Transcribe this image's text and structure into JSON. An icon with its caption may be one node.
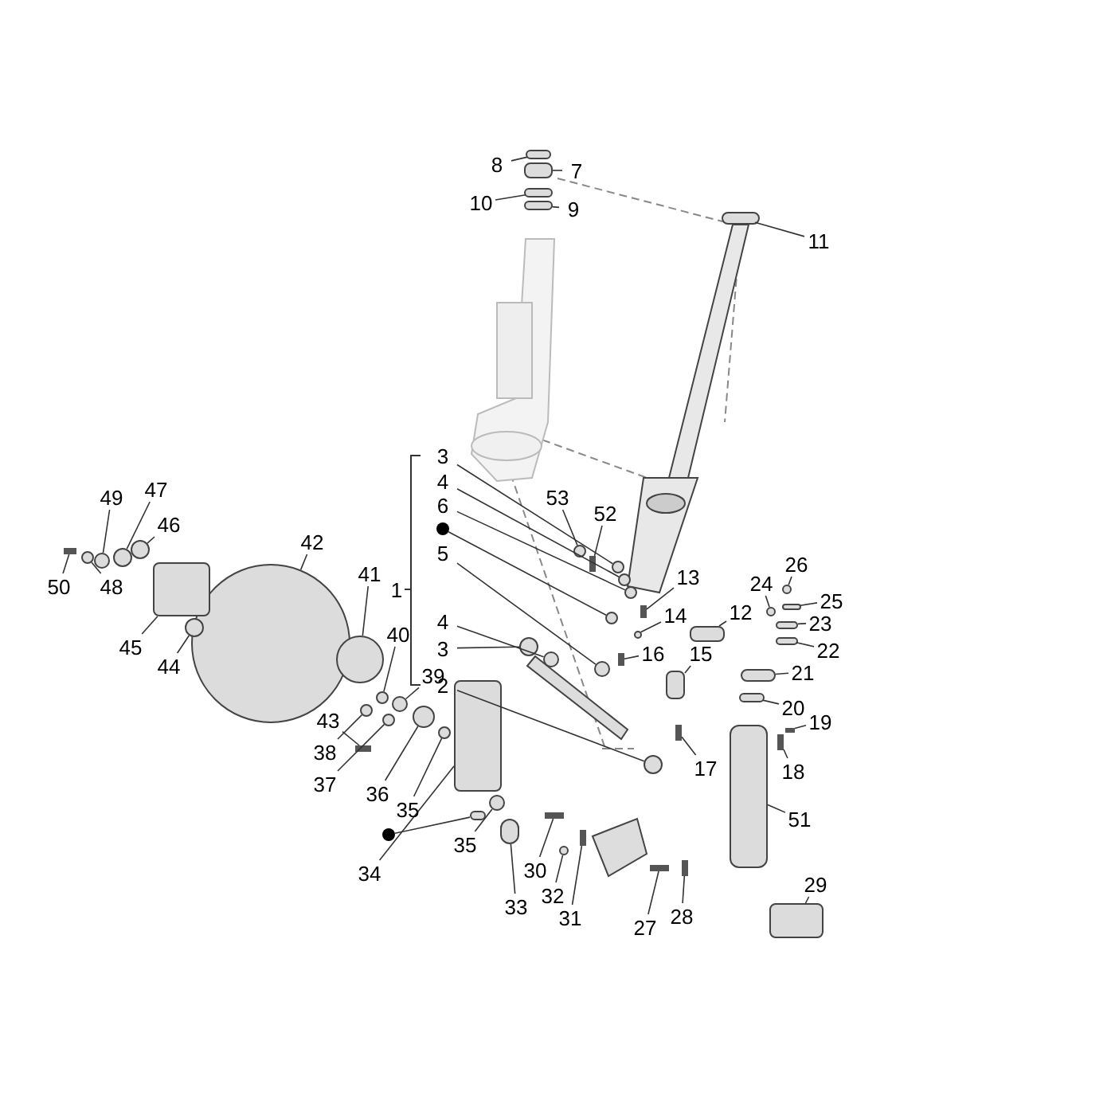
{
  "diagram": {
    "nodes": [
      {
        "text": [
          "8"
        ]
      },
      {
        "text": [
          "7"
        ]
      },
      {
        "text": [
          "10"
        ]
      },
      {
        "text": [
          "9"
        ]
      },
      {
        "text": [
          "11"
        ]
      },
      {
        "text": [
          "49"
        ]
      },
      {
        "text": [
          "47"
        ]
      },
      {
        "text": [
          "46"
        ]
      },
      {
        "text": [
          "42"
        ]
      },
      {
        "text": [
          "50"
        ]
      },
      {
        "text": [
          "48"
        ]
      },
      {
        "text": [
          "41"
        ]
      },
      {
        "text": [
          "45"
        ]
      },
      {
        "text": [
          "44"
        ]
      },
      {
        "text": [
          "40"
        ]
      },
      {
        "text": [
          "39"
        ]
      },
      {
        "text": [
          "43"
        ]
      },
      {
        "text": [
          "38"
        ]
      },
      {
        "text": [
          "37"
        ]
      },
      {
        "text": [
          "36"
        ]
      },
      {
        "text": [
          "35"
        ]
      },
      {
        "text": [],
        "shape": "circle"
      },
      {
        "text": [
          "34"
        ]
      },
      {
        "text": [
          "35"
        ]
      },
      {
        "text": [
          "33"
        ]
      },
      {
        "text": [
          "32"
        ]
      },
      {
        "text": [
          "30"
        ]
      },
      {
        "text": [
          "31"
        ]
      },
      {
        "text": [
          "3"
        ]
      },
      {
        "text": [
          "4"
        ]
      },
      {
        "text": [
          "6"
        ]
      },
      {
        "text": [],
        "shape": "circle"
      },
      {
        "text": [
          "5"
        ]
      },
      {
        "text": [
          "4"
        ]
      },
      {
        "text": [
          "3"
        ]
      },
      {
        "text": [
          "2"
        ]
      },
      {
        "text": [
          "53"
        ]
      },
      {
        "text": [
          "52"
        ]
      },
      {
        "text": [
          "13"
        ]
      },
      {
        "text": [
          "14"
        ]
      },
      {
        "text": [
          "16"
        ]
      },
      {
        "text": [
          "15"
        ]
      },
      {
        "text": [
          "26"
        ]
      },
      {
        "text": [
          "24"
        ]
      },
      {
        "text": [
          "12"
        ]
      },
      {
        "text": [
          "25"
        ]
      },
      {
        "text": [
          "23"
        ]
      },
      {
        "text": [
          "22"
        ]
      },
      {
        "text": [
          "21"
        ]
      },
      {
        "text": [
          "20"
        ]
      },
      {
        "text": [
          "19"
        ]
      },
      {
        "text": [
          "17"
        ]
      },
      {
        "text": [
          "18"
        ]
      },
      {
        "text": [
          "51"
        ]
      },
      {
        "text": [
          "29"
        ]
      },
      {
        "text": [
          "28"
        ]
      },
      {
        "text": [
          "27"
        ]
      },
      {
        "text": [],
        "shape": "circle"
      },
      {
        "text": [],
        "shape": "box"
      },
      {
        "text": [],
        "shape": "circle"
      },
      {
        "text": [],
        "shape": "circle"
      },
      {
        "text": [],
        "shape": "circle"
      },
      {
        "text": [],
        "shape": "circle"
      },
      {
        "text": [],
        "shape": "circle"
      },
      {
        "text": [],
        "shape": "circle"
      },
      {
        "text": [],
        "shape": "circle"
      },
      {
        "text": [],
        "shape": "bar"
      },
      {
        "text": [],
        "shape": "circle"
      },
      {
        "text": [],
        "shape": "circle"
      },
      {
        "text": [],
        "shape": "box"
      },
      {
        "text": [],
        "shape": "circle"
      },
      {
        "text": [],
        "shape": "circle"
      },
      {
        "text": [],
        "shape": "circle"
      },
      {
        "text": [],
        "shape": "bar"
      },
      {
        "text": [],
        "shape": "circle"
      },
      {
        "text": [],
        "shape": "circle"
      },
      {
        "text": [],
        "shape": "circle"
      },
      {
        "text": [],
        "shape": "circle"
      },
      {
        "text": [],
        "shape": "box"
      },
      {
        "text": [],
        "shape": "box"
      },
      {
        "text": [],
        "shape": "circle"
      },
      {
        "text": [],
        "shape": "circle"
      },
      {
        "text": [],
        "shape": "circle"
      },
      {
        "text": [],
        "shape": "bar"
      },
      {
        "text": [],
        "shape": "bar"
      },
      {
        "text": [],
        "shape": "circle"
      },
      {
        "text": [],
        "shape": "circle"
      },
      {
        "text": [],
        "shape": "circle"
      },
      {
        "text": [],
        "shape": "circle"
      },
      {
        "text": [],
        "shape": "circle"
      },
      {
        "text": [],
        "shape": "circle"
      },
      {
        "text": [],
        "shape": "circle"
      },
      {
        "text": [],
        "shape": "circle"
      },
      {
        "text": [],
        "shape": "circle"
      },
      {
        "text": [],
        "shape": "bar"
      },
      {
        "text": [],
        "shape": "bar"
      },
      {
        "text": [],
        "shape": "circle"
      },
      {
        "text": [],
        "shape": "bar"
      },
      {
        "text": [],
        "shape": "box"
      },
      {
        "text": [],
        "shape": "circle"
      },
      {
        "text": [],
        "shape": "circle"
      },
      {
        "text": [],
        "shape": "box"
      },
      {
        "text": [],
        "shape": "circle"
      },
      {
        "text": [],
        "shape": "circle"
      },
      {
        "text": [],
        "shape": "circle"
      },
      {
        "text": [],
        "shape": "circle"
      },
      {
        "text": [],
        "shape": "circle"
      },
      {
        "text": [],
        "shape": "bar"
      },
      {
        "text": [],
        "shape": "bar"
      },
      {
        "text": [],
        "shape": "bar"
      },
      {
        "text": [],
        "shape": "cylinder"
      },
      {
        "text": [],
        "shape": "box"
      },
      {
        "text": [],
        "shape": "bar"
      },
      {
        "text": [],
        "shape": "bar"
      }
    ],
    "edges": [
      {
        "from": 0,
        "to": 57,
        "arrow": "none"
      },
      {
        "from": 1,
        "to": 58,
        "arrow": "none"
      },
      {
        "from": 2,
        "to": 59,
        "arrow": "none"
      },
      {
        "from": 3,
        "to": 60,
        "arrow": "none"
      },
      {
        "from": 4,
        "to": 61,
        "arrow": "none"
      },
      {
        "from": 5,
        "to": 62,
        "arrow": "none"
      },
      {
        "from": 6,
        "to": 63,
        "arrow": "none"
      },
      {
        "from": 7,
        "to": 64,
        "arrow": "none"
      },
      {
        "from": 8,
        "to": 65,
        "arrow": "none"
      },
      {
        "from": 9,
        "to": 66,
        "arrow": "none"
      },
      {
        "from": 10,
        "to": 67,
        "arrow": "none"
      },
      {
        "from": 11,
        "to": 68,
        "arrow": "none"
      },
      {
        "from": 12,
        "to": 69,
        "arrow": "none"
      },
      {
        "from": 13,
        "to": 70,
        "arrow": "none"
      },
      {
        "from": 14,
        "to": 71,
        "arrow": "none"
      },
      {
        "from": 15,
        "to": 72,
        "arrow": "none"
      },
      {
        "from": 16,
        "to": 73,
        "arrow": "none"
      },
      {
        "from": 17,
        "to": 74,
        "arrow": "none"
      },
      {
        "from": 18,
        "to": 75,
        "arrow": "none"
      },
      {
        "from": 19,
        "to": 76,
        "arrow": "none"
      },
      {
        "from": 20,
        "to": 77,
        "arrow": "none"
      },
      {
        "from": 21,
        "to": 78,
        "arrow": "none"
      },
      {
        "from": 22,
        "to": 79,
        "arrow": "none"
      },
      {
        "from": 23,
        "to": 80,
        "arrow": "none"
      },
      {
        "from": 24,
        "to": 81,
        "arrow": "none"
      },
      {
        "from": 25,
        "to": 82,
        "arrow": "none"
      },
      {
        "from": 26,
        "to": 83,
        "arrow": "none"
      },
      {
        "from": 27,
        "to": 84,
        "arrow": "none"
      },
      {
        "from": 28,
        "to": 85,
        "arrow": "none"
      },
      {
        "from": 29,
        "to": 86,
        "arrow": "none"
      },
      {
        "from": 30,
        "to": 87,
        "arrow": "none"
      },
      {
        "from": 31,
        "to": 88,
        "arrow": "none"
      },
      {
        "from": 32,
        "to": 89,
        "arrow": "none"
      },
      {
        "from": 33,
        "to": 90,
        "arrow": "none"
      },
      {
        "from": 34,
        "to": 91,
        "arrow": "none"
      },
      {
        "from": 35,
        "to": 92,
        "arrow": "none"
      },
      {
        "from": 36,
        "to": 93,
        "arrow": "none"
      },
      {
        "from": 37,
        "to": 94,
        "arrow": "none"
      },
      {
        "from": 38,
        "to": 95,
        "arrow": "none"
      },
      {
        "from": 39,
        "to": 96,
        "arrow": "none"
      },
      {
        "from": 40,
        "to": 97,
        "arrow": "none"
      },
      {
        "from": 41,
        "to": 98,
        "arrow": "none"
      },
      {
        "from": 42,
        "to": 99,
        "arrow": "none"
      },
      {
        "from": 43,
        "to": 100,
        "arrow": "none"
      },
      {
        "from": 44,
        "to": 101,
        "arrow": "none"
      },
      {
        "from": 45,
        "to": 102,
        "arrow": "none"
      },
      {
        "from": 46,
        "to": 103,
        "arrow": "none"
      },
      {
        "from": 47,
        "to": 104,
        "arrow": "none"
      },
      {
        "from": 48,
        "to": 105,
        "arrow": "none"
      },
      {
        "from": 49,
        "to": 106,
        "arrow": "none"
      },
      {
        "from": 50,
        "to": 107,
        "arrow": "none"
      },
      {
        "from": 51,
        "to": 108,
        "arrow": "none"
      },
      {
        "from": 52,
        "to": 109,
        "arrow": "none"
      },
      {
        "from": 53,
        "to": 110,
        "arrow": "none"
      },
      {
        "from": 54,
        "to": 111,
        "arrow": "none"
      },
      {
        "from": 55,
        "to": 112,
        "arrow": "none"
      },
      {
        "from": 56,
        "to": 113,
        "arrow": "none"
      }
    ],
    "labels": [
      "1"
    ]
  }
}
